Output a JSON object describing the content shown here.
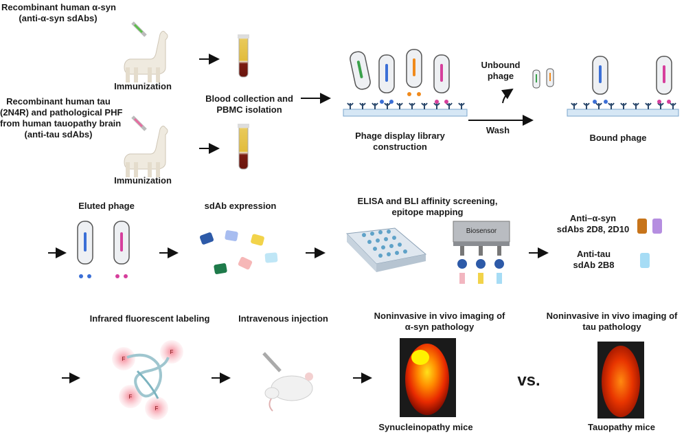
{
  "top": {
    "antigen_asyn": [
      "Recombinant human α-syn",
      "(anti-α-syn sdAbs)"
    ],
    "antigen_tau": [
      "Recombinant human tau",
      "(2N4R) and pathological PHF",
      "from human tauopathy brain",
      "(anti-tau sdAbs)"
    ],
    "immunization_1": "Immunization",
    "immunization_2": "Immunization",
    "blood_collection": [
      "Blood collection and",
      "PBMC isolation"
    ],
    "library": [
      "Phage display library",
      "construction"
    ],
    "unbound": [
      "Unbound",
      "phage"
    ],
    "wash": "Wash",
    "bound": "Bound phage"
  },
  "middle": {
    "eluted": "Eluted phage",
    "expression": "sdAb expression",
    "screening": [
      "ELISA and BLI affinity screening,",
      "epitope mapping"
    ],
    "biosensor": "Biosensor",
    "anti_asyn": [
      "Anti–α-syn",
      "sdAbs 2D8, 2D10"
    ],
    "anti_tau": [
      "Anti-tau",
      "sdAb 2B8"
    ]
  },
  "bottom": {
    "labeling": "Infrared fluorescent labeling",
    "injection": "Intravenous injection",
    "imaging_asyn": [
      "Noninvasive in vivo imaging of",
      "α-syn pathology"
    ],
    "imaging_tau": [
      "Noninvasive in vivo imaging of",
      "tau pathology"
    ],
    "vs": "vs.",
    "syn_mice": "Synucleinopathy mice",
    "tau_mice": "Tauopathy mice",
    "fluor_letter": "F"
  },
  "colors": {
    "green": "#3aa14a",
    "blue": "#3b6fd6",
    "orange": "#f08a1c",
    "magenta": "#d63f9c",
    "antibody_orange": "#c7741a",
    "antibody_purple": "#b58ee0",
    "antibody_lightblue": "#a6dcf5"
  }
}
